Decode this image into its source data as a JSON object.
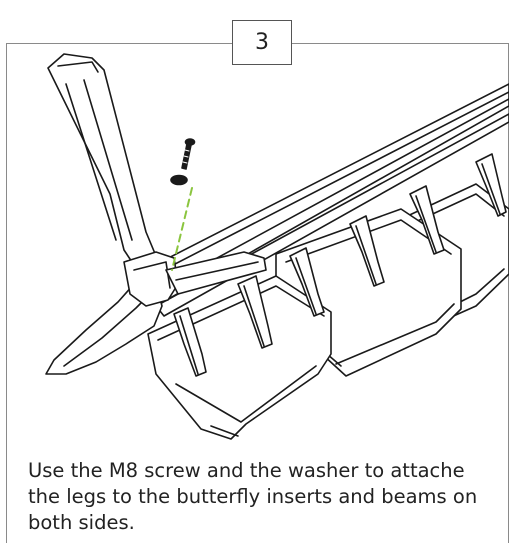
{
  "step": {
    "number": "3"
  },
  "instruction": {
    "text": "Use the M8 screw and the washer to attache the legs to the butterfly inserts and beams on both sides."
  },
  "illustration": {
    "icons": [
      "chair-leg",
      "m8-screw-icon",
      "washer-icon",
      "butterfly-insert",
      "beam"
    ],
    "colors": {
      "line": "#1a1a1a",
      "guide_dash": "#8bc53f"
    }
  }
}
